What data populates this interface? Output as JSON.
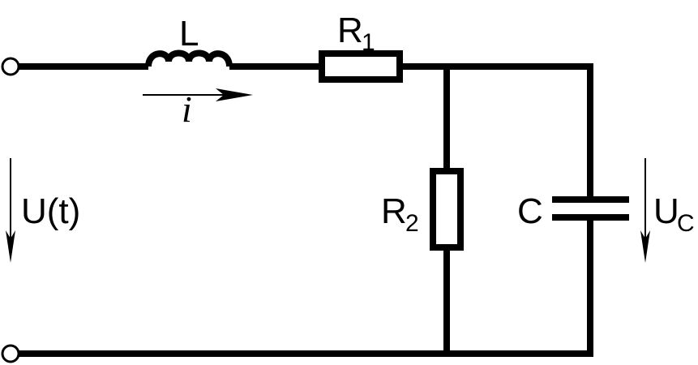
{
  "labels": {
    "inductor": "L",
    "resistor1_main": "R",
    "resistor1_sub": "1",
    "resistor2_main": "R",
    "resistor2_sub": "2",
    "capacitor": "C",
    "current": "i",
    "input_voltage": "U(t)",
    "cap_voltage_main": "U",
    "cap_voltage_sub": "C"
  }
}
